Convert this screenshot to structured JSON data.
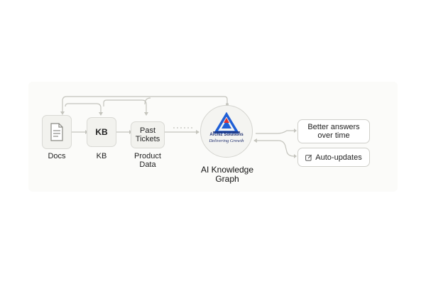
{
  "nodes": {
    "docs": {
      "label": "Docs"
    },
    "kb": {
      "badge": "KB",
      "label": "KB"
    },
    "past_tickets": {
      "line1": "Past",
      "line2": "Tickets",
      "caption_line1": "Product",
      "caption_line2": "Data"
    }
  },
  "center": {
    "logo_name": "Archiz Solutions",
    "logo_tagline": "Delivering Growth",
    "title_line1": "AI Knowledge",
    "title_line2": "Graph"
  },
  "outputs": {
    "better": {
      "line1": "Better answers",
      "line2": "over time"
    },
    "auto": {
      "label": "Auto-updates",
      "icon": "edit-icon"
    }
  },
  "colors": {
    "logo_blue": "#1f5fd6",
    "logo_red": "#e03030",
    "logo_navy": "#1a2a6a",
    "line": "#c8c8c2"
  }
}
